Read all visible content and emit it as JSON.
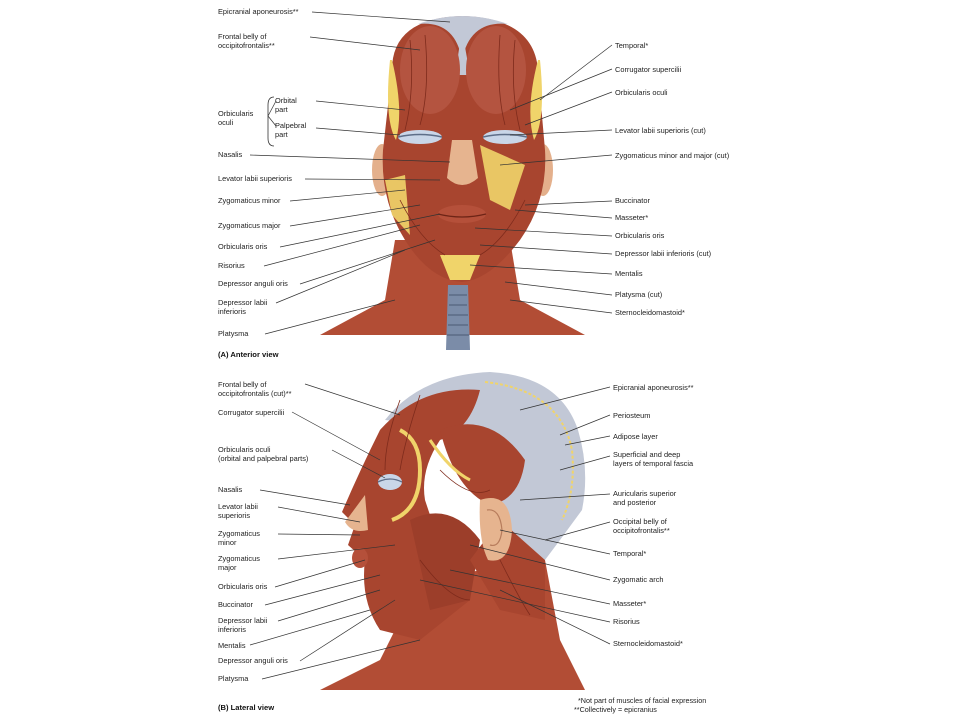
{
  "anterior": {
    "caption": "(A) Anterior view",
    "left_labels": [
      "Epicranial aponeurosis**",
      "Frontal belly of\noccipitofrontalis**",
      "Orbicularis\noculi",
      "Orbital\npart",
      "Palpebral\npart",
      "Nasalis",
      "Levator labii superioris",
      "Zygomaticus minor",
      "Zygomaticus major",
      "Orbicularis oris",
      "Risorius",
      "Depressor anguli oris",
      "Depressor labii\ninferioris",
      "Platysma"
    ],
    "right_labels": [
      "Temporal*",
      "Corrugator supercilii",
      "Orbicularis oculi",
      "Levator labii superioris (cut)",
      "Zygomaticus minor and major (cut)",
      "Buccinator",
      "Masseter*",
      "Orbicularis oris",
      "Depressor labii inferioris (cut)",
      "Mentalis",
      "Platysma (cut)",
      "Sternocleidomastoid*"
    ]
  },
  "lateral": {
    "caption": "(B) Lateral view",
    "left_labels": [
      "Frontal belly of\noccipitofrontalis (cut)**",
      "Corrugator supercilii",
      "Orbicularis oculi\n(orbital and palpebral parts)",
      "Nasalis",
      "Levator labii\nsuperioris",
      "Zygomaticus\nminor",
      "Zygomaticus\nmajor",
      "Orbicularis oris",
      "Buccinator",
      "Depressor labii\ninferioris",
      "Mentalis",
      "Depressor anguli oris",
      "Platysma"
    ],
    "right_labels": [
      "Epicranial aponeurosis**",
      "Periosteum",
      "Adipose layer",
      "Superficial and deep\nlayers of temporal fascia",
      "Auricularis superior\nand posterior",
      "Occipital belly of\noccipitofrontalis**",
      "Temporal*",
      "Zygomatic arch",
      "Masseter*",
      "Risorius",
      "Sternocleidomastoid*"
    ]
  },
  "footnotes": [
    "*Not part of muscles of facial expression",
    "**Collectively = epicranius"
  ],
  "colors": {
    "muscle": "#a8452f",
    "muscle_dark": "#7e2b1c",
    "skin": "#e6b48f",
    "fascia": "#c2c8d6",
    "fat": "#f0d46a",
    "trachea": "#7b8ca8",
    "eye": "#c9d6e8",
    "leader": "#333333"
  }
}
